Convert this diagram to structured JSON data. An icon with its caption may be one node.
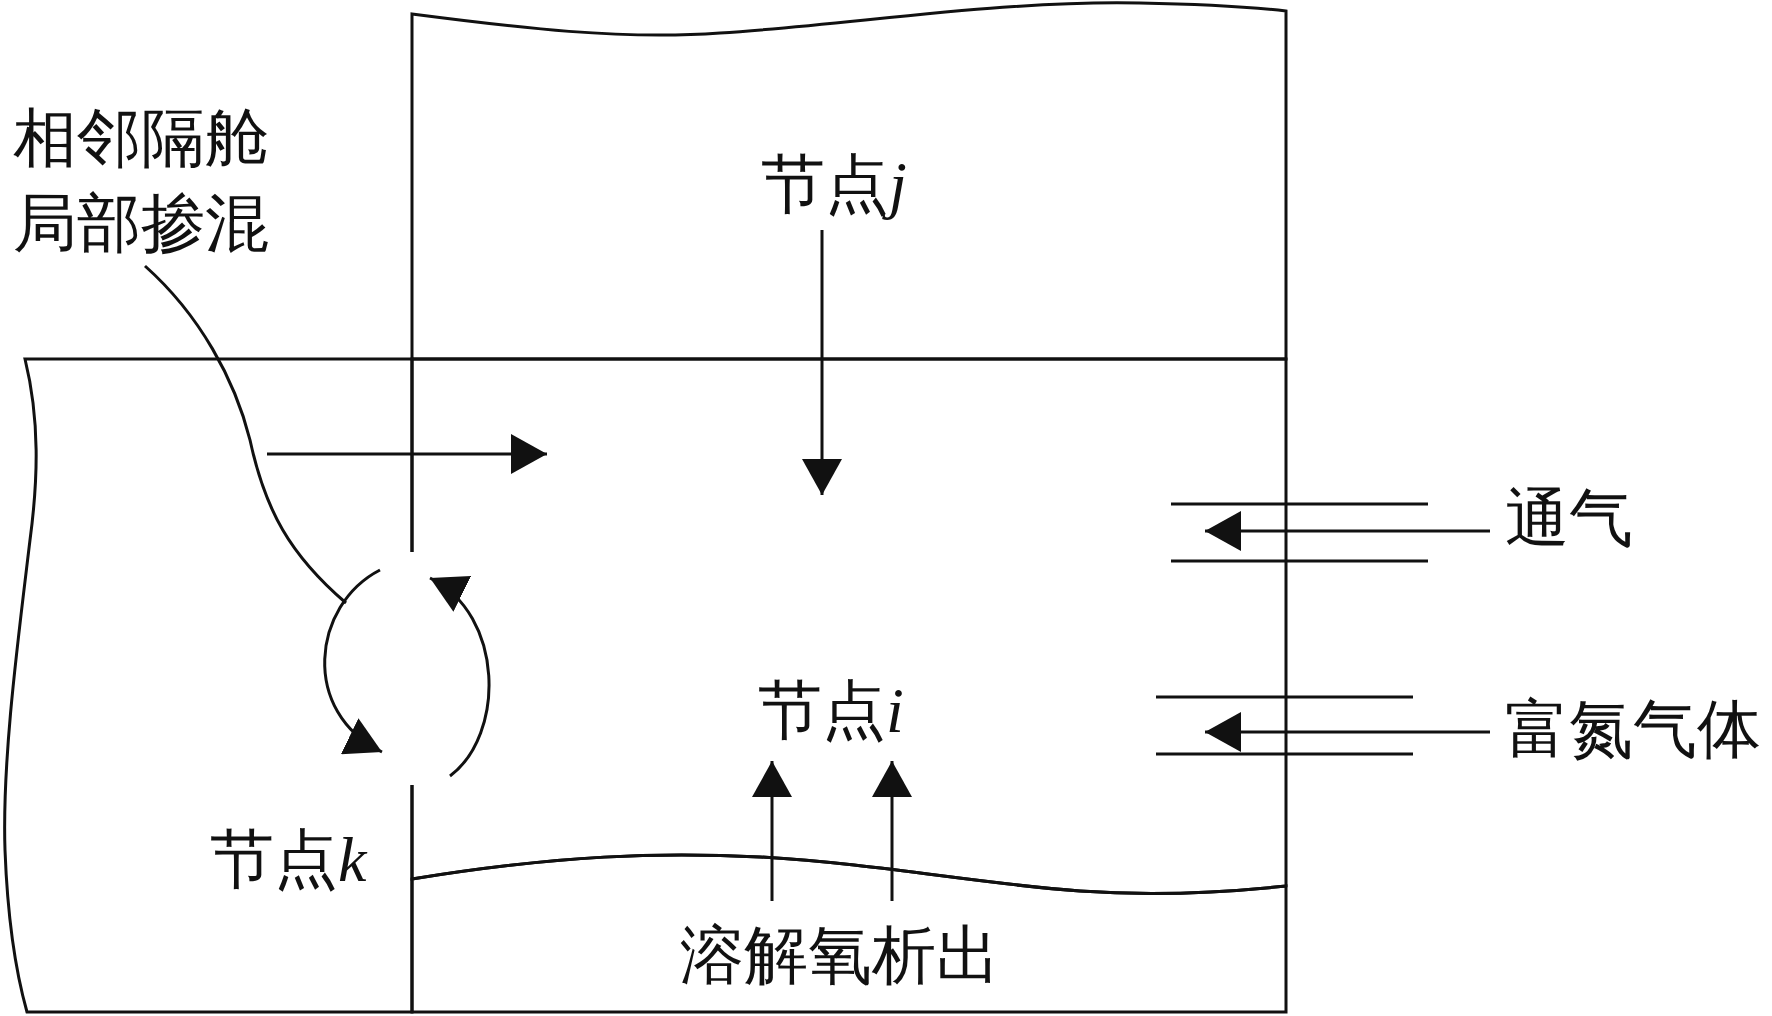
{
  "diagram": {
    "nodes": [
      {
        "text": [
          "相邻隔舱局部掺混"
        ]
      },
      {
        "text": [
          "节点j"
        ]
      },
      {
        "text": [
          "节点k"
        ]
      },
      {
        "text": [
          "节点i"
        ]
      },
      {
        "text": [
          "通气"
        ]
      },
      {
        "text": [
          "富氮气体"
        ]
      },
      {
        "text": [
          "溶解氧析出"
        ]
      }
    ],
    "edges": [
      {
        "from": 2,
        "to": 3,
        "arrow": "to"
      },
      {
        "from": 1,
        "to": 3,
        "arrow": "to"
      },
      {
        "from": 2,
        "to": 3,
        "arrow": "to"
      },
      {
        "from": 3,
        "to": 2,
        "arrow": "to"
      },
      {
        "from": 6,
        "to": 3,
        "arrow": "to"
      },
      {
        "from": 6,
        "to": 3,
        "arrow": "to"
      },
      {
        "from": 4,
        "to": 3,
        "arrow": "to"
      },
      {
        "from": 5,
        "to": 3,
        "arrow": "to"
      },
      {
        "from": 0,
        "to": 2,
        "arrow": "none"
      }
    ]
  }
}
